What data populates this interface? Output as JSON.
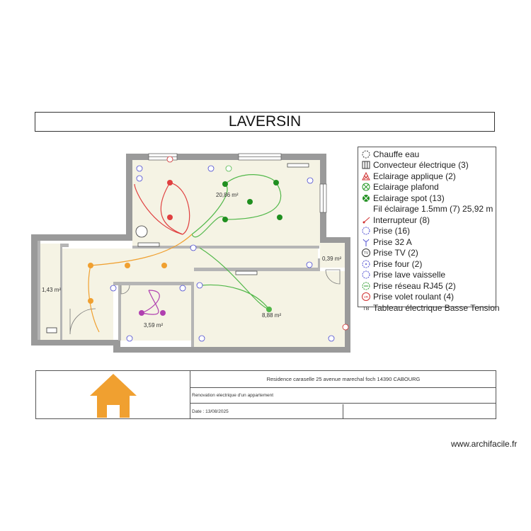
{
  "title": "LAVERSIN",
  "rooms": [
    {
      "name": "room-salon",
      "area": "20,86 m²"
    },
    {
      "name": "room-placard",
      "area": "0,39 m²"
    },
    {
      "name": "room-entree",
      "area": "1,43 m²"
    },
    {
      "name": "room-sdb",
      "area": "3,59 m²"
    },
    {
      "name": "room-chambre",
      "area": "8,88 m²"
    }
  ],
  "legend": [
    {
      "icon": "chauffe-eau-icon",
      "label": "Chauffe eau",
      "color": "#333333"
    },
    {
      "icon": "convecteur-icon",
      "label": "Convecteur électrique (3)",
      "color": "#333333"
    },
    {
      "icon": "applique-icon",
      "label": "Eclairage applique (2)",
      "color": "#d03030"
    },
    {
      "icon": "plafond-icon",
      "label": "Eclairage plafond",
      "color": "#2a9a2a"
    },
    {
      "icon": "spot-icon",
      "label": "Eclairage spot (13)",
      "color": "#1f8f1f"
    },
    {
      "icon": "none",
      "label": "Fil éclairage 1.5mm (7) 25,92 m",
      "color": "#ffffff"
    },
    {
      "icon": "interrupteur-icon",
      "label": "Interrupteur (8)",
      "color": "#d03030"
    },
    {
      "icon": "prise-icon",
      "label": "Prise (16)",
      "color": "#4a4ad0"
    },
    {
      "icon": "prise32-icon",
      "label": "Prise 32 A",
      "color": "#4a4ad0"
    },
    {
      "icon": "prise-tv-icon",
      "label": "Prise TV (2)",
      "color": "#333333"
    },
    {
      "icon": "prise-four-icon",
      "label": "Prise four (2)",
      "color": "#4a4ad0"
    },
    {
      "icon": "prise-lv-icon",
      "label": "Prise lave vaisselle",
      "color": "#4a4ad0"
    },
    {
      "icon": "prise-rj45-icon",
      "label": "Prise réseau RJ45 (2)",
      "color": "#2a9a2a"
    },
    {
      "icon": "prise-volet-icon",
      "label": "Prise volet roulant (4)",
      "color": "#d03030"
    },
    {
      "icon": "tableau-icon",
      "label": "Tableau électrique Basse Tension",
      "color": "#333333"
    }
  ],
  "cartouche": {
    "address": "Residence caraselle 25 avenue marechal foch 14390 CABOURG",
    "description": "Renovation electrique d'un appartement",
    "date": "Date : 13/08/2025",
    "logo_color": "#f0a030"
  },
  "watermark": "www.archifacile.fr",
  "colors": {
    "floor": "#f5f3e4",
    "wall": "#9a9a9a",
    "wire_green": "#52b84a",
    "wire_orange": "#f0a030",
    "wire_red": "#e04040",
    "wire_purple": "#b040b0"
  }
}
